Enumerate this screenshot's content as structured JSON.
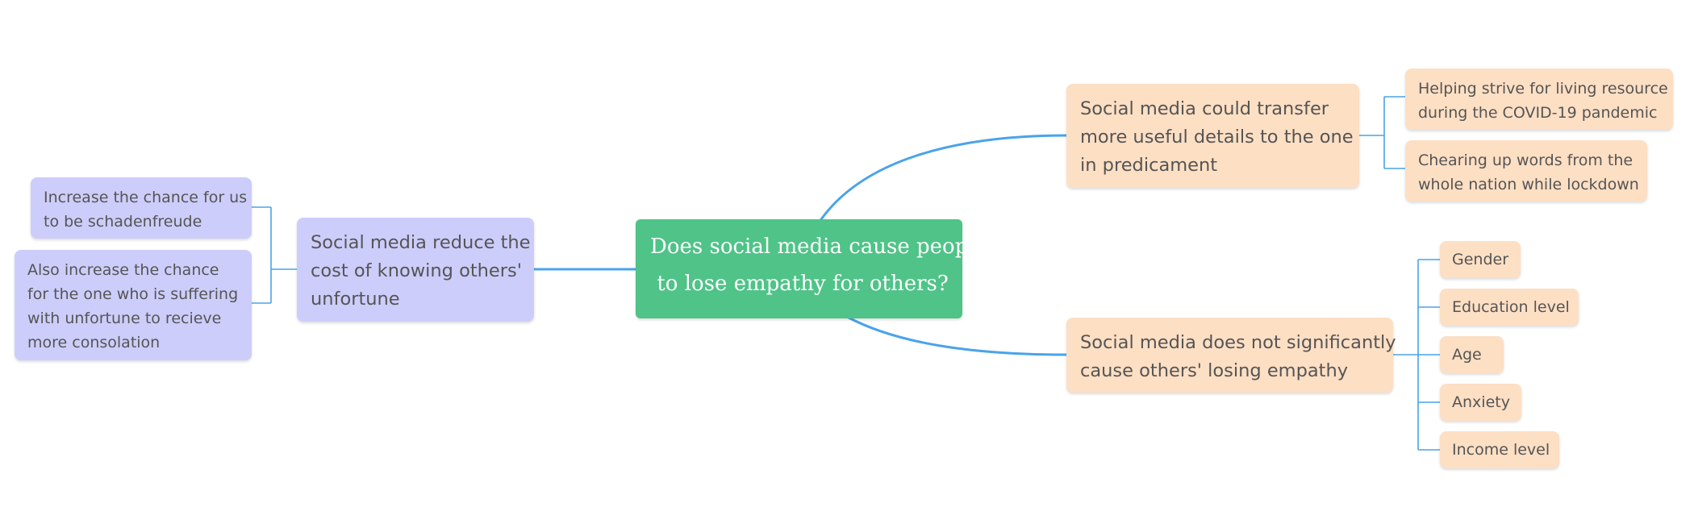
{
  "colors": {
    "connector": "#4aa3ea",
    "central_bg": "#4fc388",
    "right_branch_bg": "#fddfc4",
    "left_branch_bg": "#cdcdfb",
    "text": "#555555"
  },
  "central": {
    "line1": "Does social media cause people",
    "line2": " to lose empathy for others?"
  },
  "branches": {
    "transfer": {
      "lines": [
        "Social media could transfer",
        "more useful details to the one",
        "in predicament"
      ],
      "children": [
        [
          "Helping strive for living resource",
          "during the COVID-19 pandemic"
        ],
        [
          "Chearing up words from the",
          "whole nation while lockdown"
        ]
      ]
    },
    "not_significant": {
      "lines": [
        "Social media does not significantly",
        "cause others' losing empathy"
      ],
      "children": [
        "Gender",
        "Education level",
        "Age",
        "Anxiety",
        "Income level"
      ]
    },
    "reduce_cost": {
      "lines": [
        "Social media reduce the",
        "cost of knowing others'",
        "unfortune"
      ],
      "children": [
        [
          "Increase the chance for us",
          "to be schadenfreude"
        ],
        [
          "Also increase the chance",
          "for the one who is suffering",
          "with unfortune to recieve",
          "more consolation"
        ]
      ]
    }
  }
}
